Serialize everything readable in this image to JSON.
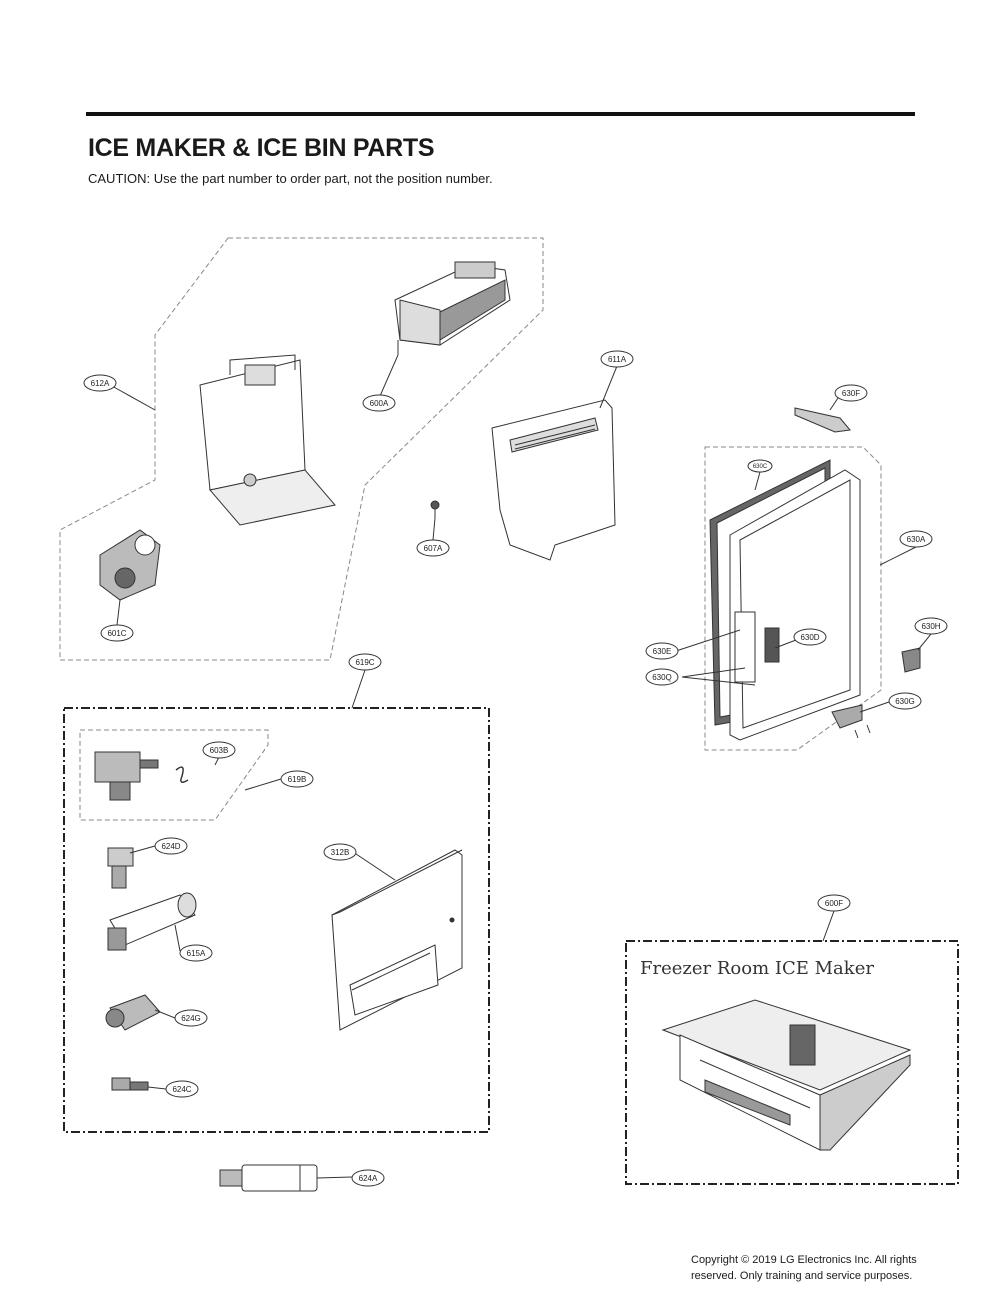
{
  "header": {
    "title": "ICE MAKER & ICE BIN PARTS",
    "caution": "CAUTION: Use the part number to order part, not the position number."
  },
  "callouts": {
    "c612A": "612A",
    "c600A": "600A",
    "c611A": "611A",
    "c630F": "630F",
    "c630C": "630C",
    "c630A": "630A",
    "c607A": "607A",
    "c601C": "601C",
    "c630E": "630E",
    "c630D": "630D",
    "c630Q": "630Q",
    "c630H": "630H",
    "c630G": "630G",
    "c619C": "619C",
    "c603B": "603B",
    "c619B": "619B",
    "c624D": "624D",
    "c312B": "312B",
    "c615A": "615A",
    "c624G": "624G",
    "c624C": "624C",
    "c624A": "624A",
    "c600F": "600F"
  },
  "freezer_box": {
    "label": "Freezer Room ICE Maker"
  },
  "footer": {
    "copyright_line1": "Copyright © 2019  LG Electronics Inc. All rights",
    "copyright_line2": "reserved. Only training and service purposes."
  }
}
